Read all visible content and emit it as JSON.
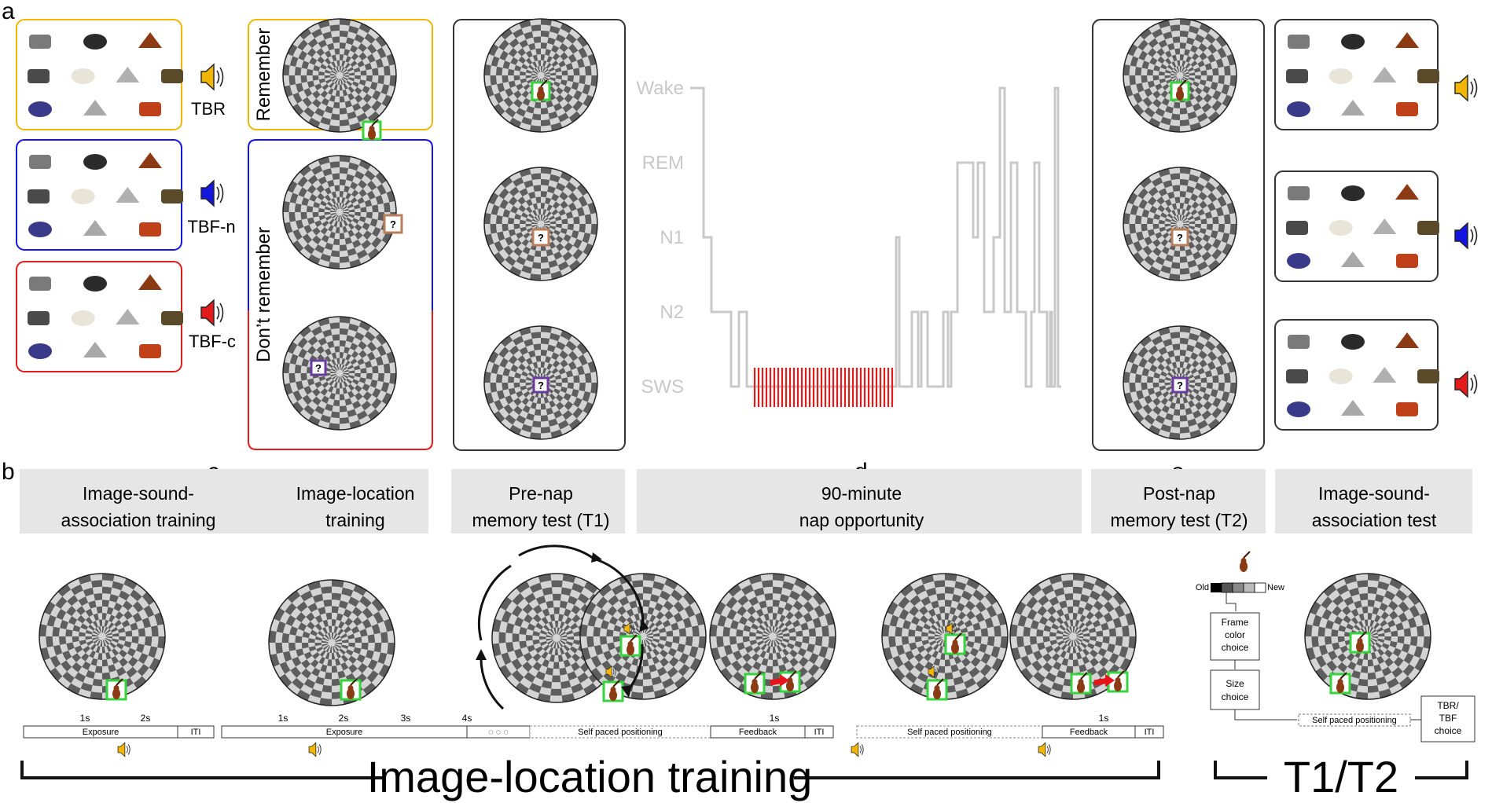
{
  "panel_letters": [
    "a",
    "b",
    "c",
    "d",
    "e"
  ],
  "conditions": [
    {
      "label": "TBR",
      "color": "#f2b705",
      "items": [
        "stapler-icon",
        "car-icon",
        "violin-icon",
        "toothbrush-icon",
        "toilet-icon",
        "saw-icon",
        "gong-icon",
        "drum-icon",
        "ring-icon",
        "chili-icon"
      ]
    },
    {
      "label": "TBF-n",
      "color": "#1515e0",
      "items": [
        "cigarettes-icon",
        "lips-icon",
        "helicopter-icon",
        "dice-icon",
        "tongs-icon",
        "hat-icon",
        "owl-icon",
        "hammer-icon",
        "rock-icon",
        "drill-icon"
      ]
    },
    {
      "label": "TBF-c",
      "color": "#e31b1b",
      "items": [
        "harmonica-icon",
        "clock-icon",
        "record-icon",
        "scissors-icon",
        "cat-icon",
        "cap-icon",
        "pen-icon",
        "teapot-icon",
        "box-icon",
        "racket-icon"
      ]
    }
  ],
  "cue_labels": {
    "remember": "Remember",
    "dont_remember": "Don’t remember"
  },
  "hypnogram": {
    "stages": [
      "Wake",
      "REM",
      "N1",
      "N2",
      "SWS"
    ],
    "color": "#c8c8c8",
    "cue_color": "#e31b1b"
  },
  "stage_captions": [
    {
      "line1": "Image-sound-",
      "line2": "association training"
    },
    {
      "line1": "Image-location",
      "line2": "training"
    },
    {
      "line1": "Pre-nap",
      "line2": "memory test (T1)"
    },
    {
      "line1": "90-minute",
      "line2": "nap opportunity"
    },
    {
      "line1": "Post-nap",
      "line2": "memory test (T2)"
    },
    {
      "line1": "Image-sound-",
      "line2": "association test"
    }
  ],
  "timeline_b": {
    "ticks": [
      "1s",
      "2s"
    ],
    "segments": [
      "Exposure",
      "ITI"
    ]
  },
  "timeline_c": {
    "ticks": [
      "1s",
      "2s",
      "3s",
      "4s",
      "1s"
    ],
    "segments": [
      "Exposure",
      "Self paced positioning",
      "Feedback",
      "ITI"
    ]
  },
  "timeline_d": {
    "ticks": [
      "1s"
    ],
    "segments": [
      "Self paced positioning",
      "Feedback",
      "ITI"
    ]
  },
  "panel_e": {
    "scale_old": "Old",
    "scale_new": "New",
    "frame_color_choice": [
      "Frame",
      "color",
      "choice"
    ],
    "size_choice": [
      "Size",
      "choice"
    ],
    "self_paced": "Self paced positioning",
    "tbr_choice": [
      "TBR/",
      "TBF",
      "choice"
    ]
  },
  "big_labels": {
    "training": "Image-location training",
    "test": "T1/T2"
  },
  "colors": {
    "box_neutral": "#333333",
    "caption_bg": "#e6e6e6",
    "frame_green": "#37d33c",
    "frame_brown": "#b87e5a",
    "frame_purple": "#6a3aa0",
    "arrow_red": "#e8141c"
  }
}
